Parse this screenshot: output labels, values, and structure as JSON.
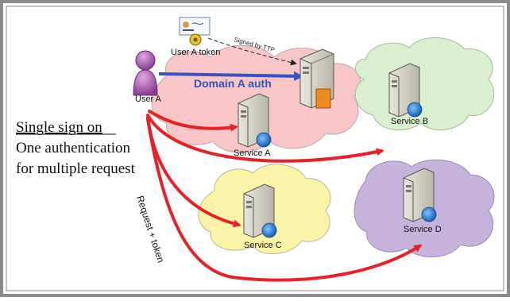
{
  "diagram": {
    "user": {
      "label": "User A"
    },
    "token": {
      "label": "User A token"
    },
    "signed_by": "Signed by TTP",
    "domain_auth": "Domain A auth",
    "services": [
      {
        "label": "Service A"
      },
      {
        "label": "Service B"
      },
      {
        "label": "Service C"
      },
      {
        "label": "Service D"
      }
    ],
    "request_label": "Request + token",
    "sso": {
      "title": "Single sign on",
      "line1": "One authentication",
      "line2": "for multiple request"
    },
    "colors": {
      "cloud_a": "#f8c6c6",
      "cloud_b": "#d9efcf",
      "cloud_c": "#fbf4a8",
      "cloud_d": "#c5b3dc",
      "arrow_red": "#e8202a",
      "arrow_blue": "#3454c4",
      "user": "#a25aa6"
    }
  }
}
